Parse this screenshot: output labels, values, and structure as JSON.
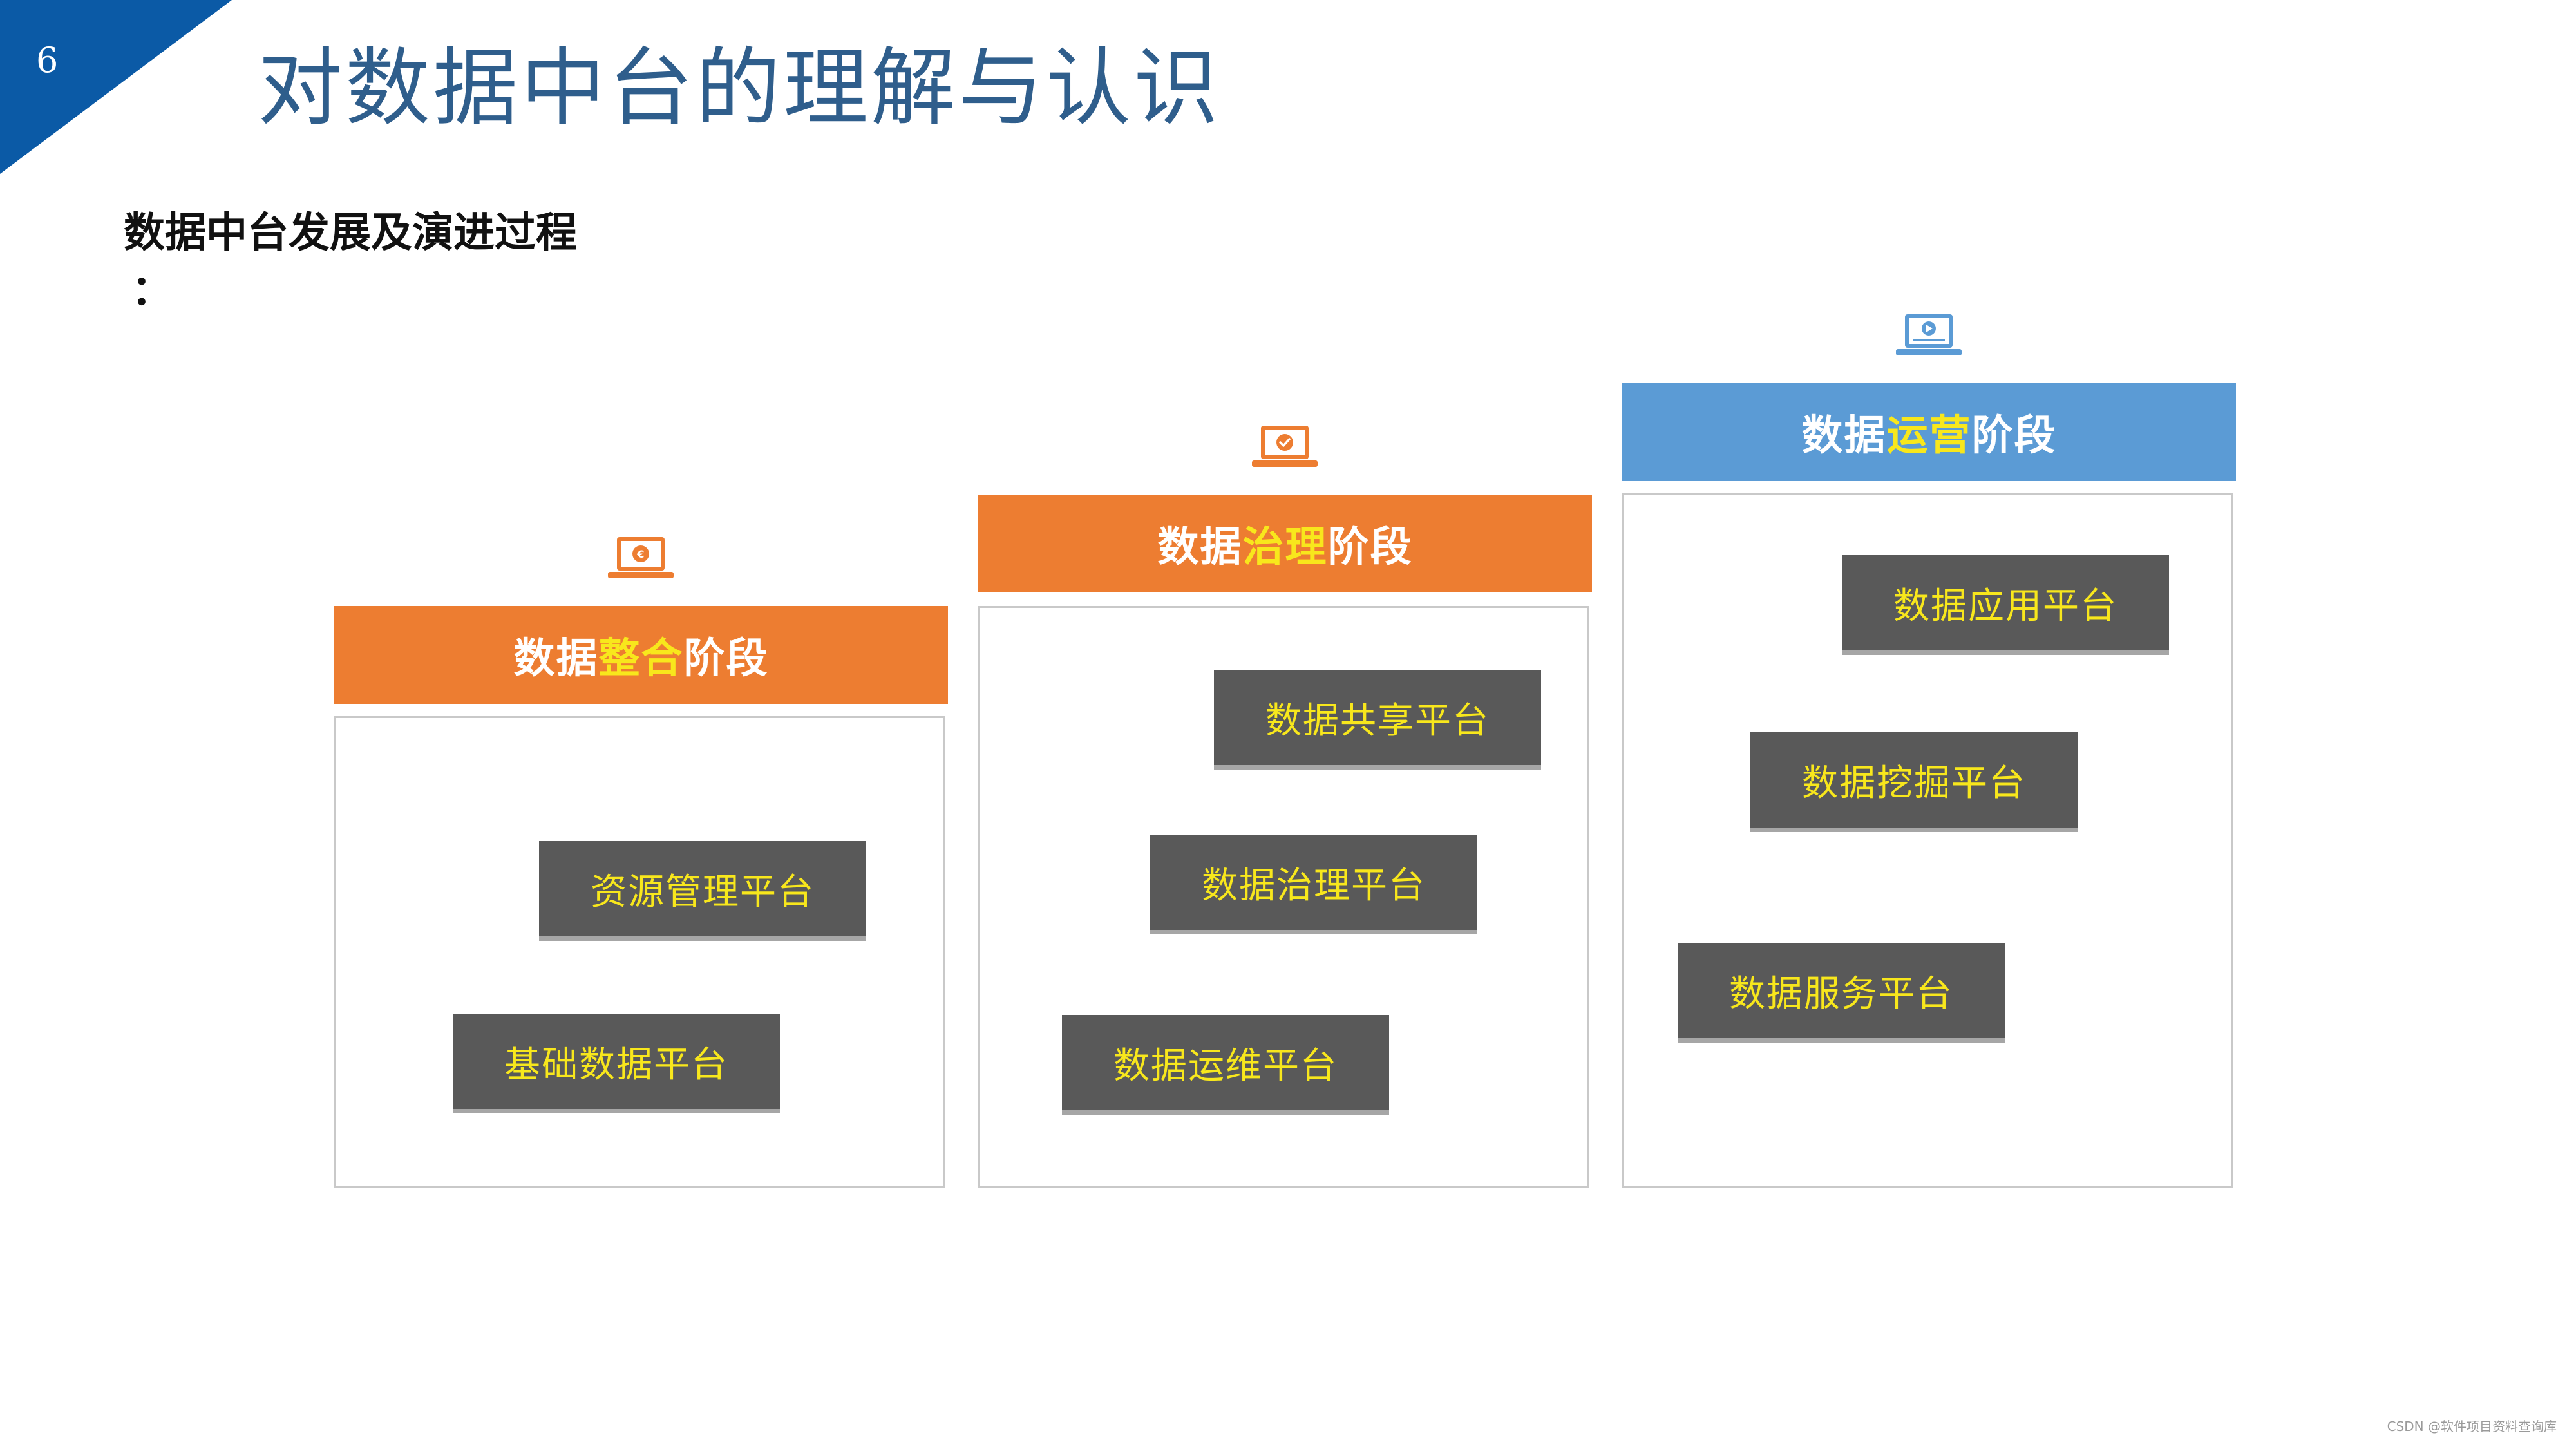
{
  "page_number": "6",
  "title": "对数据中台的理解与认识",
  "subtitle": "数据中台发展及演进过程",
  "subtitle_colon": "：",
  "stages": [
    {
      "prefix": "数据",
      "highlight": "整合",
      "suffix": "阶段",
      "header_color": "#ed7d31",
      "icon": "laptop-euro-icon",
      "platforms": [
        "资源管理平台",
        "基础数据平台"
      ]
    },
    {
      "prefix": "数据",
      "highlight": "治理",
      "suffix": "阶段",
      "header_color": "#ed7d31",
      "icon": "laptop-check-icon",
      "platforms": [
        "数据共享平台",
        "数据治理平台",
        "数据运维平台"
      ]
    },
    {
      "prefix": "数据",
      "highlight": "运营",
      "suffix": "阶段",
      "header_color": "#5b9bd5",
      "icon": "laptop-play-icon",
      "platforms": [
        "数据应用平台",
        "数据挖掘平台",
        "数据服务平台"
      ]
    }
  ],
  "watermark": "CSDN @软件项目资料查询库",
  "colors": {
    "corner": "#0b5aa6",
    "title": "#2f5e8c",
    "platform_bg": "#595959",
    "highlight_text": "#f8e71c"
  }
}
